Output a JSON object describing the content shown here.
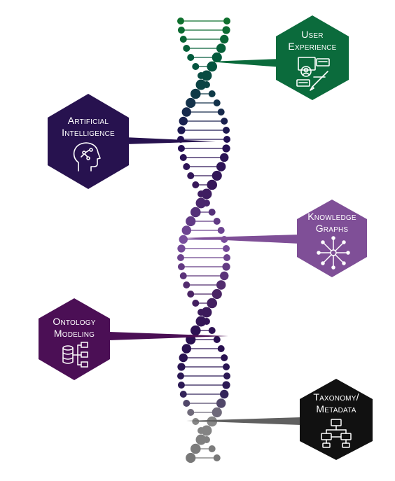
{
  "nodes": [
    {
      "id": "ux",
      "lines": [
        "User",
        "Experience"
      ],
      "color": "#0b6b3c",
      "icon": "user-experience-icon"
    },
    {
      "id": "ai",
      "lines": [
        "Artificial",
        "Intelligence"
      ],
      "color": "#27124f",
      "icon": "ai-head-icon"
    },
    {
      "id": "kg",
      "lines": [
        "Knowledge",
        "Graphs"
      ],
      "color": "#7f4f97",
      "icon": "network-icon"
    },
    {
      "id": "om",
      "lines": [
        "Ontology",
        "Modeling"
      ],
      "color": "#4b0f55",
      "icon": "database-hierarchy-icon"
    },
    {
      "id": "tm",
      "lines": [
        "Taxonomy/",
        "Metadata"
      ],
      "color": "#111111",
      "icon": "hierarchy-icon"
    }
  ]
}
